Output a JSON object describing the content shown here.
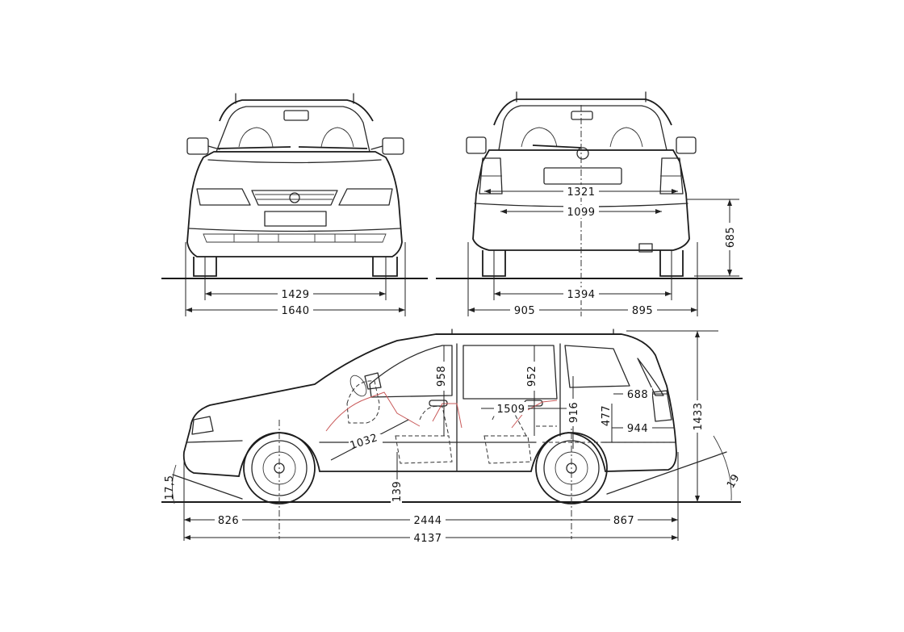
{
  "dimensions": {
    "front_track": "1429",
    "front_width": "1640",
    "rear_upper_width": "1321",
    "rear_lower_width": "1099",
    "rear_track": "1394",
    "rear_left_half": "905",
    "rear_right_half": "895",
    "rear_load_height": "685",
    "front_headroom": "958",
    "rear_headroom": "952",
    "interior_length": "1509",
    "rear_seat_height": "916",
    "cargo_height": "688",
    "cargo_sill": "477",
    "cargo_width": "944",
    "front_leg": "1032",
    "ground_clearance": "139",
    "overall_height": "1433",
    "approach_angle": "17,5",
    "departure_angle": "19",
    "front_overhang": "826",
    "wheelbase": "2444",
    "rear_overhang": "867",
    "overall_length": "4137"
  },
  "colors": {
    "ink": "#2a2a2a",
    "red_seat_outline": "#c95a5a"
  }
}
